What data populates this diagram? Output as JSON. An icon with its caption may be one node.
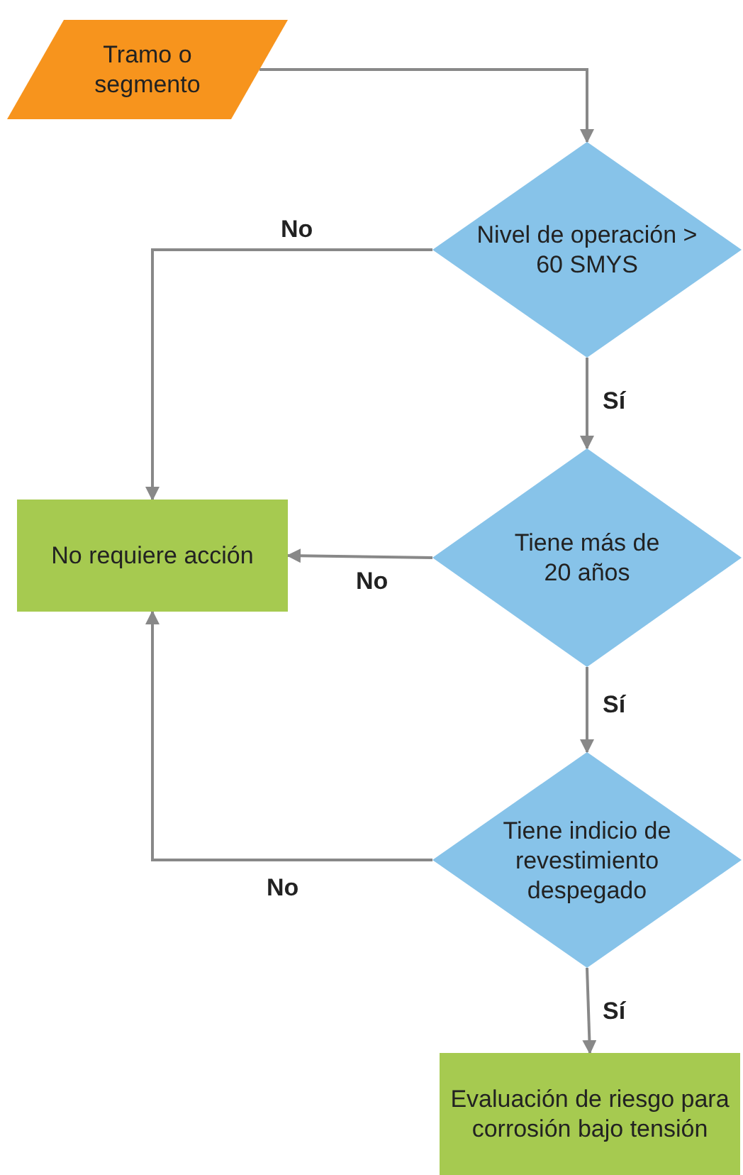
{
  "diagram": {
    "nodes": [
      {
        "text": [
          "Tramo o segmento"
        ]
      },
      {
        "text": [
          "Nivel de operación > 60 SMYS"
        ]
      },
      {
        "text": [
          "No requiere acción"
        ]
      },
      {
        "text": [
          "Tiene más de 20 años"
        ]
      },
      {
        "text": [
          "Tiene indicio de revestimiento despegado"
        ]
      },
      {
        "text": [
          "Evaluación de riesgo para corrosión bajo tensión"
        ]
      }
    ],
    "edges": [
      {
        "from": 0,
        "to": 1,
        "arrow": "to"
      },
      {
        "from": 1,
        "to": 2,
        "arrow": "to",
        "label": "No"
      },
      {
        "from": 1,
        "to": 3,
        "arrow": "to",
        "label": "Sí"
      },
      {
        "from": 3,
        "to": 2,
        "arrow": "to",
        "label": "No"
      },
      {
        "from": 3,
        "to": 4,
        "arrow": "to",
        "label": "Sí"
      },
      {
        "from": 4,
        "to": 2,
        "arrow": "to",
        "label": "No"
      },
      {
        "from": 4,
        "to": 5,
        "arrow": "to",
        "label": "Sí"
      }
    ]
  }
}
